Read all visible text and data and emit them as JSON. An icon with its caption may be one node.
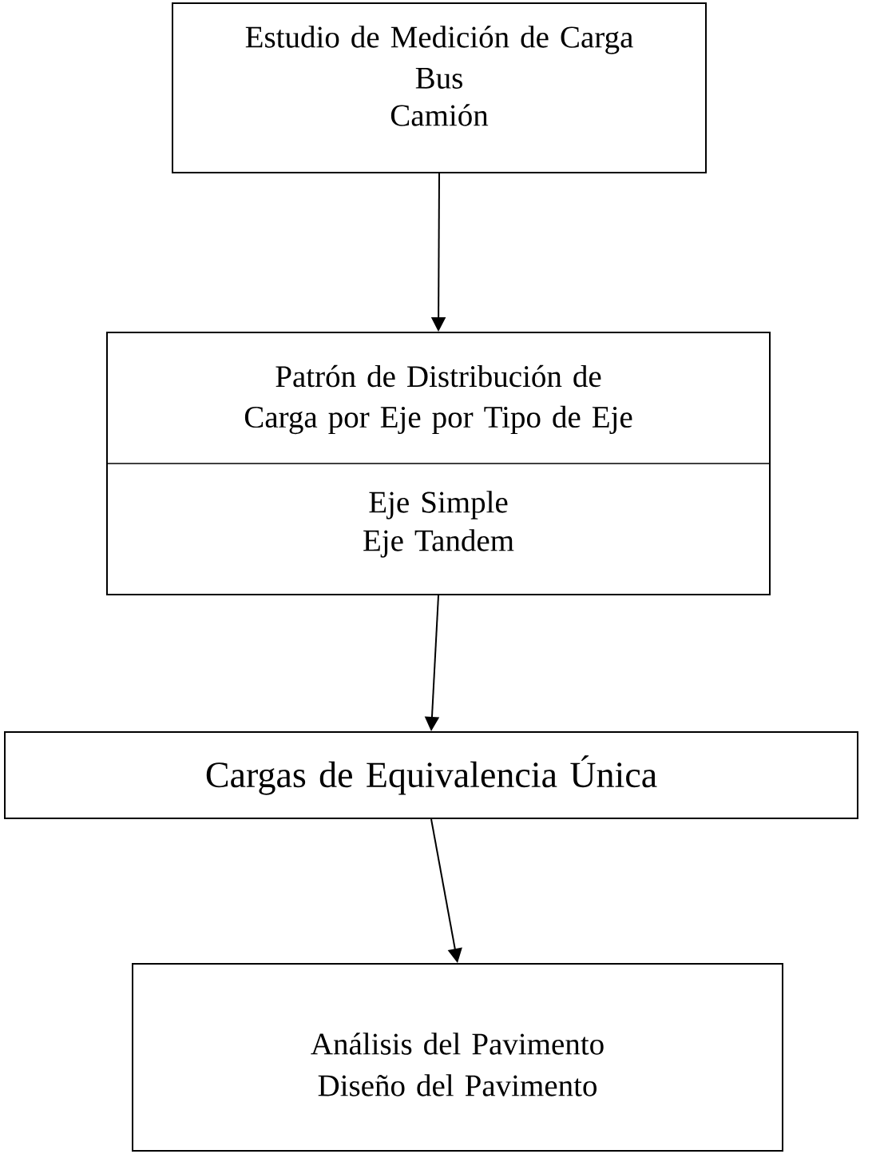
{
  "diagram": {
    "nodes": [
      {
        "text": [
          "Estudio de Medición de Carga",
          "Bus",
          "Camión"
        ]
      },
      {
        "text": [
          "Patrón de Distribución de Carga por Eje por Tipo de Eje",
          "Eje Simple",
          "Eje Tandem"
        ]
      },
      {
        "text": [
          "Cargas de Equivalencia Única"
        ]
      },
      {
        "text": [
          "Análisis del Pavimento",
          "Diseño del Pavimento"
        ]
      }
    ],
    "edges": [
      {
        "from": 0,
        "to": 1,
        "arrow": "to"
      },
      {
        "from": 1,
        "to": 2,
        "arrow": "to"
      },
      {
        "from": 2,
        "to": 3,
        "arrow": "to"
      }
    ]
  }
}
